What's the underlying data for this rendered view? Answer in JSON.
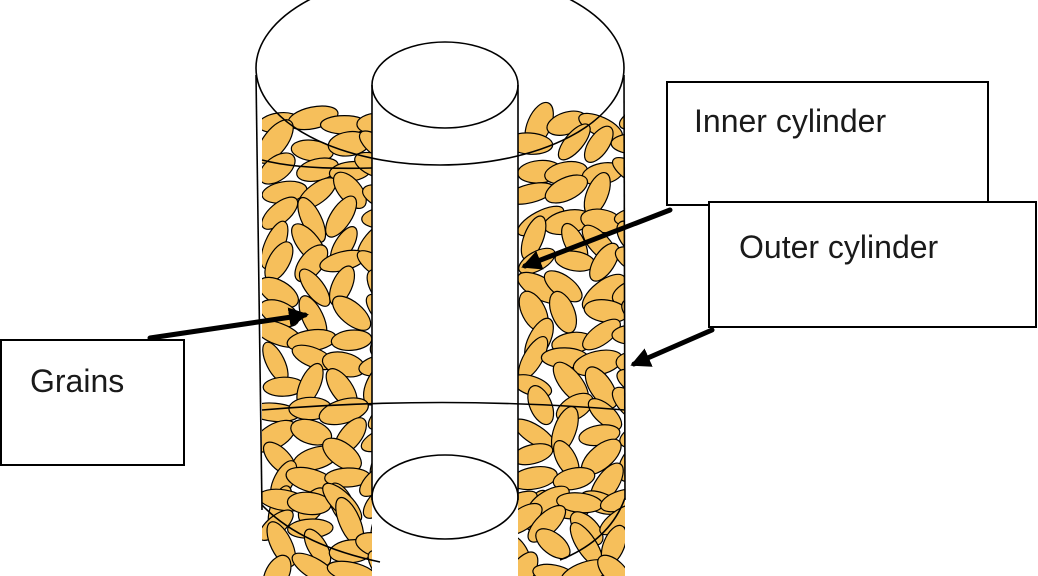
{
  "labels": {
    "inner": "Inner cylinder",
    "outer": "Outer cylinder",
    "grains": "Grains"
  },
  "colors": {
    "grain_fill": "#f6bf5b",
    "stroke": "#000000",
    "background": "#ffffff"
  }
}
